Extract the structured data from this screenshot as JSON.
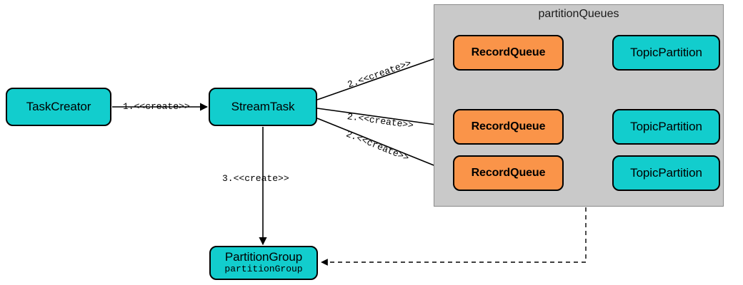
{
  "diagram": {
    "title": "",
    "background": "#ffffff",
    "colors": {
      "teal": "#12cdcd",
      "orange": "#fa9449",
      "group_fill": "#c9c9c9",
      "group_border": "#8a8a8a",
      "stroke": "#000000"
    }
  },
  "group": {
    "name": "partitionQueues",
    "label": "partitionQueues"
  },
  "nodes": {
    "task_creator": {
      "label": "TaskCreator"
    },
    "stream_task": {
      "label": "StreamTask"
    },
    "partition_group": {
      "label": "PartitionGroup",
      "sublabel": "partitionGroup"
    },
    "record_queues": [
      {
        "label": "RecordQueue"
      },
      {
        "label": "RecordQueue"
      },
      {
        "label": "RecordQueue"
      }
    ],
    "topic_partitions": [
      {
        "label": "TopicPartition"
      },
      {
        "label": "TopicPartition"
      },
      {
        "label": "TopicPartition"
      }
    ]
  },
  "edges": {
    "create_task": {
      "label": "1.<<create>>"
    },
    "create_queue_1": {
      "label": "2.<<create>>"
    },
    "create_queue_2": {
      "label": "2.<<create>>"
    },
    "create_queue_3": {
      "label": "2.<<create>>"
    },
    "create_partition_group": {
      "label": "3.<<create>>"
    },
    "queues_to_group": {
      "label": ""
    },
    "queue_partition_link_1": {
      "label": ""
    },
    "queue_partition_link_2": {
      "label": ""
    },
    "queue_partition_link_3": {
      "label": ""
    }
  }
}
